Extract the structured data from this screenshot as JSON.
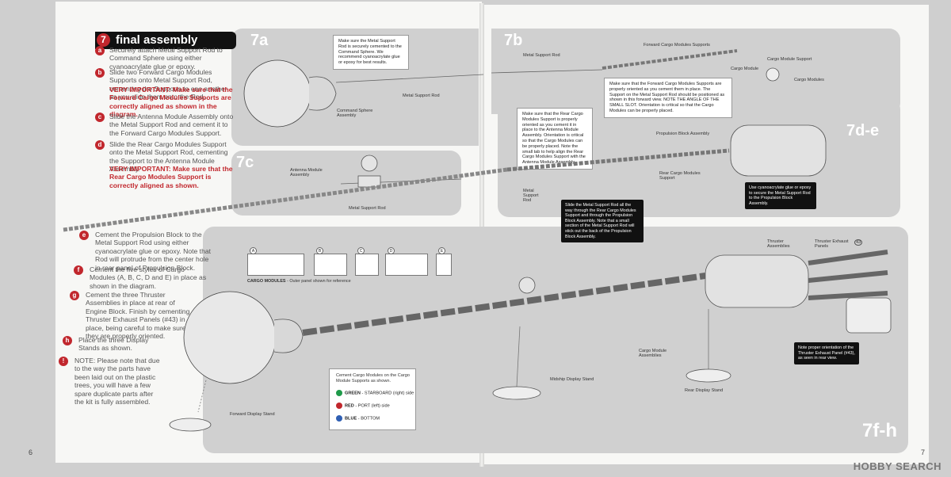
{
  "section": {
    "number": "7",
    "title": "final assembly"
  },
  "steps_left": [
    {
      "letter": "a",
      "html_key": "a"
    },
    {
      "letter": "b",
      "html_key": "b"
    },
    {
      "letter": "c",
      "html_key": "c"
    },
    {
      "letter": "d",
      "html_key": "d"
    },
    {
      "letter": "e",
      "html_key": "e"
    },
    {
      "letter": "f",
      "html_key": "f"
    },
    {
      "letter": "g",
      "html_key": "g"
    },
    {
      "letter": "h",
      "html_key": "h"
    },
    {
      "letter": "!",
      "html_key": "note"
    }
  ],
  "instructions": {
    "a": "Securely attach Metal Support Rod to Command Sphere using either cyanoacrylate glue or epoxy.",
    "b1": "Slide two Forward Cargo Modules Supports onto Metal Support Rod, cementing the Supports to one another as you slide them onto the Rod.",
    "b2": "VERY IMPORTANT: Make sure that the Forward Cargo Modules Supports are correctly aligned as shown in the diagram.",
    "c": "Slide the Antenna Module Assembly onto the Metal Support Rod and cement it to the Forward Cargo Modules Support.",
    "d1": "Slide the Rear Cargo Modules Support onto the Metal Support Rod, cementing the Support to the Antenna Module Assembly.",
    "d2": "VERY IMPORTANT: Make sure that the Rear Cargo Modules Support is correctly aligned as shown.",
    "e": "Cement the Propulsion Block to the Metal Support Rod using either cyanoacrylate glue or epoxy. Note that Rod will protrude from the center hole in rear panel of Propulsion Block.",
    "f": "Cement the five styles of Cargo Modules (A, B, C, D and E) in place as shown in the diagram.",
    "g": "Cement the three Thruster Assemblies in place at rear of Engine Block. Finish by cementing Thruster Exhaust Panels (#43) in place, being careful to make sure they are properly oriented.",
    "h": "Place the three Display Stands as shown.",
    "note": "NOTE: Please note that due to the way the parts have been laid out on the plastic trees, you will have a few spare duplicate parts after the kit is fully assembled."
  },
  "panels": {
    "p7a": "7a",
    "p7b": "7b",
    "p7c": "7c",
    "p7de": "7d-e",
    "p7fh": "7f-h"
  },
  "callouts": {
    "c7a": "Make sure the Metal Support Rod is securely cemented to the Command Sphere. We recommend cyanoacrylate glue or epoxy for best results.",
    "c7b": "Make sure that the Forward Cargo Modules Supports are properly oriented as you cement them in place. The Support on the Metal Support Rod should be positioned as shown in this forward view. NOTE THE ANGLE OF THE SMALL SLOT. Orientation is critical so that the Cargo Modules can be properly placed.",
    "c7d": "Make sure that the Rear Cargo Modules Support is properly oriented as you cement it in place to the Antenna Module Assembly. Orientation is critical so that the Cargo Modules can be properly placed. Note the small tab to help align the Rear Cargo Modules Support with the Antenna Module Assembly.",
    "c7e": "Use cyanoacrylate glue or epoxy to secure the Metal Support Rod to the Propulsion Block Assembly.",
    "c_slide": "Slide the Metal Support Rod all the way through the Rear Cargo Modules Support and through the Propulsion Block Assembly. Note that a small section of the Metal Support Rod will stick out the back of the Propulsion Block Assembly.",
    "c_thruster": "Note proper orientation of the Thruster Exhaust Panel (#43), as seen in rear view."
  },
  "labels": {
    "command_sphere": "Command Sphere Assembly",
    "metal_rod": "Metal Support Rod",
    "forward_cargo": "Forward Cargo Modules Supports",
    "cargo_support": "Cargo Module Support",
    "cargo_module": "Cargo Module",
    "cargo_modules": "Cargo Modules",
    "antenna": "Antenna Module Assembly",
    "propulsion": "Propulsion Block Assembly",
    "rear_cargo": "Rear Cargo Modules Support",
    "thruster_assemblies": "Thruster Assemblies",
    "thruster_panels": "Thruster Exhaust Panels",
    "panel_num": "43",
    "cargo_module_assemblies": "Cargo Module Assemblies",
    "midship_stand": "Midship Display Stand",
    "rear_stand": "Rear Display Stand",
    "forward_stand": "Forward Display Stand"
  },
  "cargo_modules_ref": {
    "caption_bold": "CARGO MODULES",
    "caption_rest": " - Outer panel shown for reference",
    "letters": [
      "A",
      "B",
      "C",
      "D",
      "E"
    ]
  },
  "legend": {
    "title": "Cement Cargo Modules on the Cargo Module Supports as shown.",
    "rows": [
      {
        "color": "#1f9a4a",
        "bold": "GREEN",
        "text": " - STARBOARD (right) side"
      },
      {
        "color": "#c1272d",
        "bold": "RED",
        "text": " - PORT (left) side"
      },
      {
        "color": "#2f5fb3",
        "bold": "BLUE",
        "text": " - BOTTOM"
      }
    ]
  },
  "page_numbers": {
    "left": "6",
    "right": "7"
  },
  "watermark": "HOBBY SEARCH",
  "colors": {
    "green": "#1f9a4a",
    "red": "#c1272d",
    "blue": "#2f5fb3",
    "panel": "#d0d0d0"
  }
}
